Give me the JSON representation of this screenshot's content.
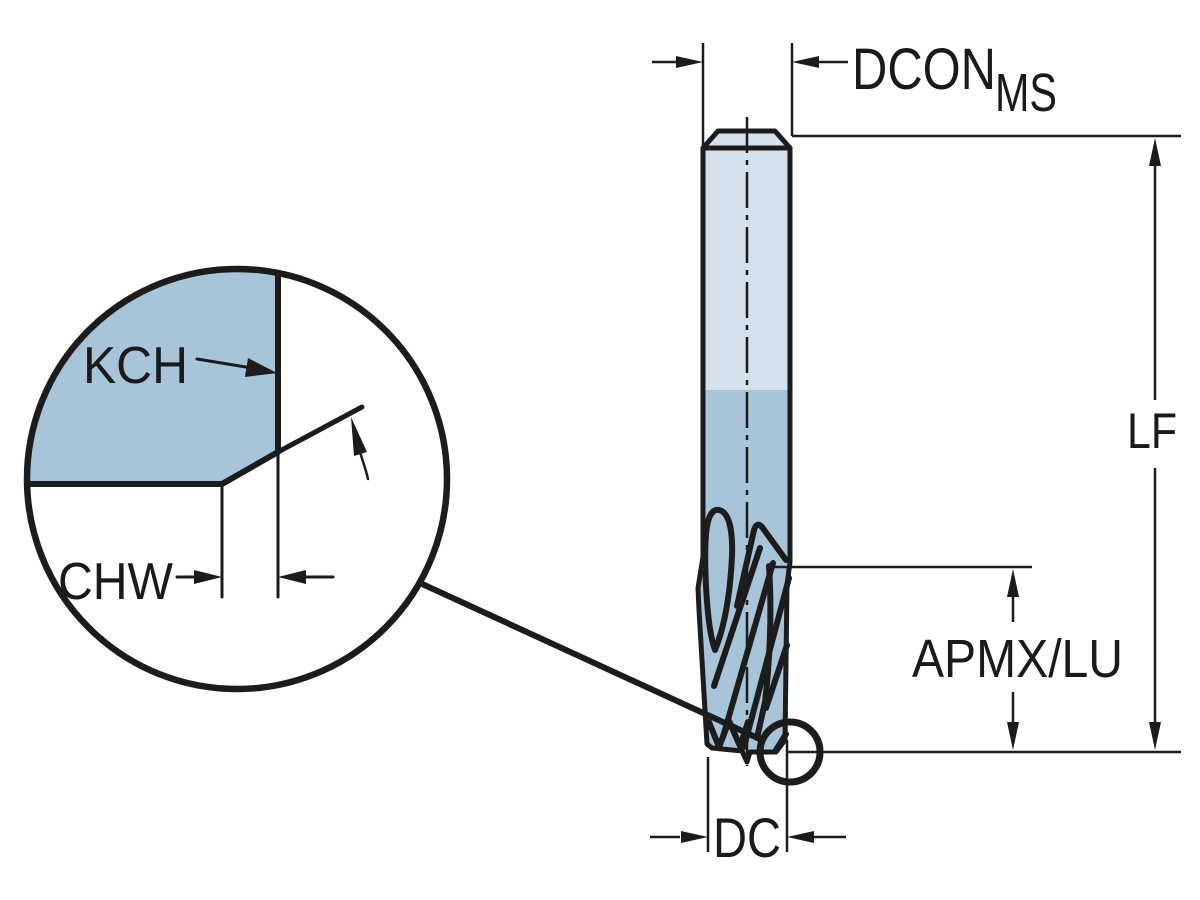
{
  "drawing": {
    "labels": {
      "dcon": "DCON",
      "dcon_sub": "MS",
      "lf": "LF",
      "apmx_lu": "APMX/LU",
      "dc": "DC",
      "kch": "KCH",
      "chw": "CHW"
    },
    "colors": {
      "line": "#1c1c1c",
      "text": "#1a1a1a",
      "shank_blue": "#d2e1eb",
      "flute_blue": "#a7c4d9",
      "background": "#ffffff"
    }
  }
}
